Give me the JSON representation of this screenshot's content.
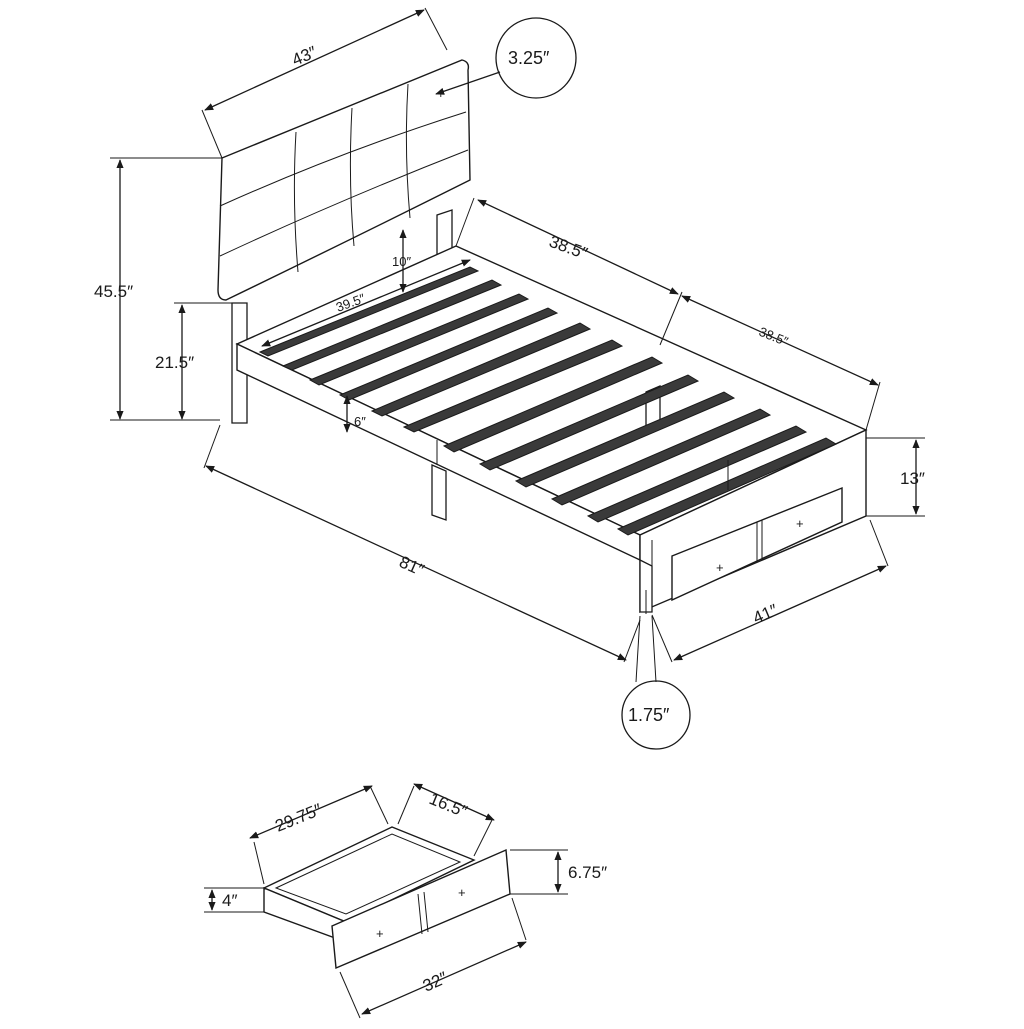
{
  "dimensions": {
    "headboard_width": "43″",
    "tuft_depth": "3.25″",
    "total_height": "45.5″",
    "headboard_leg_height": "21.5″",
    "headboard_gap": "10″",
    "slat_length": "39.5″",
    "rail_height": "6″",
    "rail_length_a": "38.5″",
    "rail_length_b": "38.5″",
    "side_height": "13″",
    "overall_length": "81″",
    "overall_width": "41″",
    "leg_size": "1.75″"
  },
  "drawer_dimensions": {
    "width": "29.75″",
    "depth": "16.5″",
    "front_height": "6.75″",
    "inner_height": "4″",
    "front_width": "32″"
  }
}
